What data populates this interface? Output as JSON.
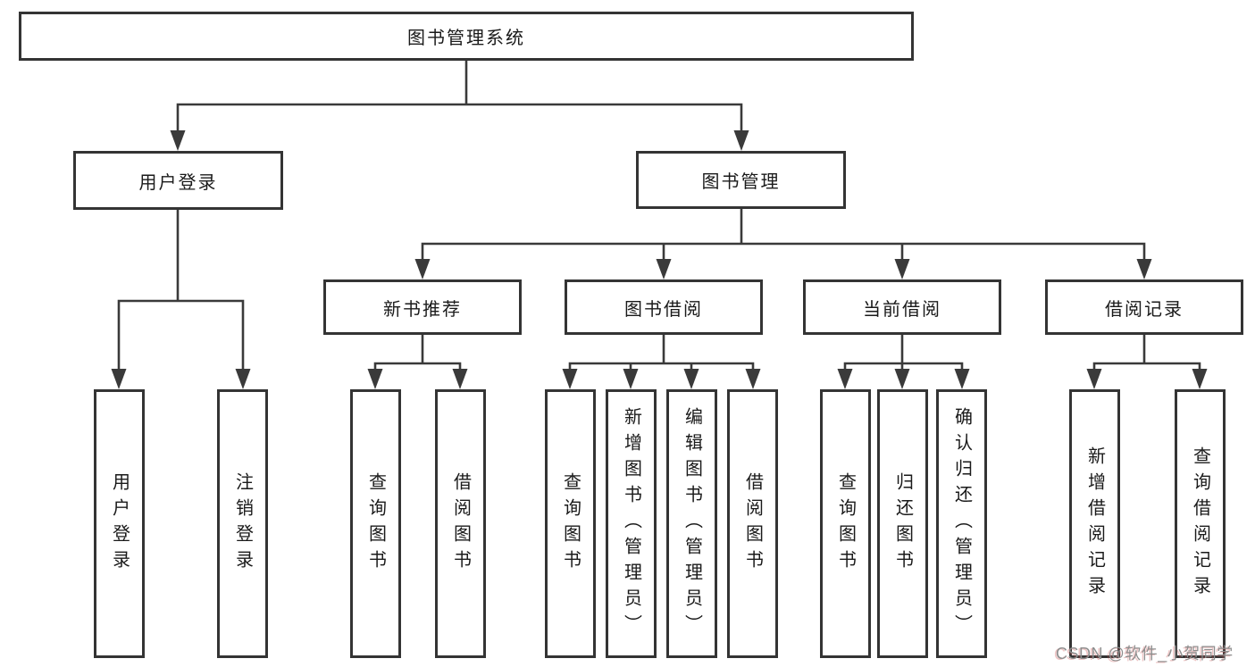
{
  "colors": {
    "line": "#3a3a3a",
    "box_border": "#343434",
    "text": "#1a1a1a",
    "watermark": "#8e8e8e"
  },
  "tree": {
    "label": "图书管理系统",
    "children": [
      {
        "label": "用户登录",
        "children": [
          {
            "label": "用户登录"
          },
          {
            "label": "注销登录"
          }
        ]
      },
      {
        "label": "图书管理",
        "children": [
          {
            "label": "新书推荐",
            "children": [
              {
                "label": "查询图书"
              },
              {
                "label": "借阅图书"
              }
            ]
          },
          {
            "label": "图书借阅",
            "children": [
              {
                "label": "查询图书"
              },
              {
                "label": "新增图书（管理员）"
              },
              {
                "label": "编辑图书（管理员）"
              },
              {
                "label": "借阅图书"
              }
            ]
          },
          {
            "label": "当前借阅",
            "children": [
              {
                "label": "查询图书"
              },
              {
                "label": "归还图书"
              },
              {
                "label": "确认归还（管理员）"
              }
            ]
          },
          {
            "label": "借阅记录",
            "children": [
              {
                "label": "新增借阅记录"
              },
              {
                "label": "查询借阅记录"
              }
            ]
          }
        ]
      }
    ]
  },
  "watermark": {
    "text": "CSDN @软件_小贺同学"
  }
}
